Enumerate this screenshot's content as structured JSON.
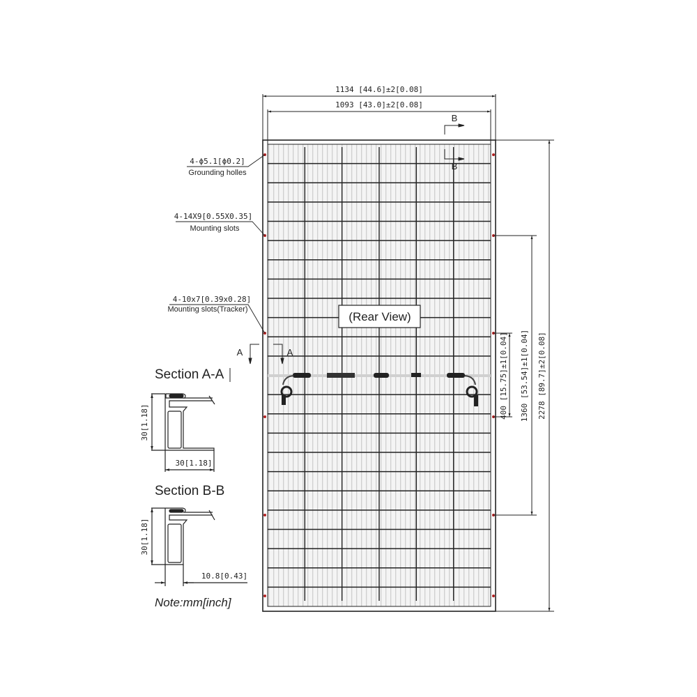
{
  "drawing": {
    "view_label": "(Rear View)",
    "note": "Note:mm[inch]"
  },
  "dimensions": {
    "overall_width": "1134 [44.6]±2[0.08]",
    "glass_width": "1093 [43.0]±2[0.08]",
    "overall_length": "2278 [89.7]±2[0.08]",
    "mounting_spacing": "1360 [53.54]±1[0.04]",
    "tracker_spacing": "400 [15.75]±1[0.04]"
  },
  "callouts": {
    "grounding": {
      "spec": "4-ϕ5.1[ϕ0.2]",
      "label": "Grounding holles"
    },
    "mounting": {
      "spec": "4-14X9[0.55X0.35]",
      "label": "Mounting slots"
    },
    "tracker": {
      "spec": "4-10x7[0.39x0.28]",
      "label": "Mounting slots(Tracker)"
    }
  },
  "section_markers": {
    "a_left": "A",
    "a_right": "A",
    "b_top": "B",
    "b_bottom": "B"
  },
  "sections": {
    "a": {
      "title": "Section A-A",
      "height": "30[1.18]",
      "width": "30[1.18]"
    },
    "b": {
      "title": "Section B-B",
      "height": "30[1.18]",
      "width": "10.8[0.43]"
    }
  },
  "colors": {
    "line": "#222222",
    "cell_fill": "#f2f2f2",
    "cell_stripe": "#cfcfcf",
    "hole_marker": "#b02020"
  }
}
